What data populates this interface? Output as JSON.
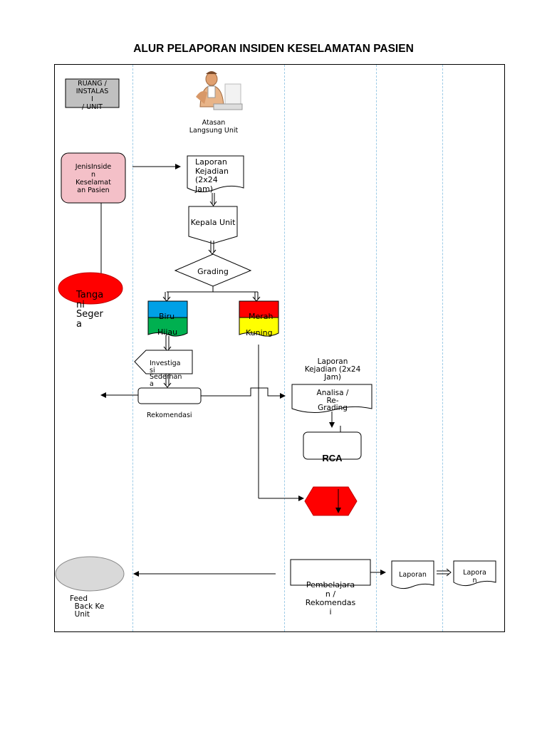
{
  "title": "ALUR PELAPORAN INSIDEN KESELAMATAN PASIEN",
  "labels": {
    "ruang_unit": "RUANG /\nINSTALAS\nI\n/ UNIT",
    "atasan": "Atasan\nLangsung Unit",
    "jenis_insiden": "JenisInside\nn\nKeselamat\nan Pasien",
    "laporan_kejadian_1": "Laporan\nKejadian\n(2x24\nJam)",
    "kepala_unit": "Kepala Unit",
    "grading": "Grading",
    "tangani_segera": "Tanga\nni\nSeger\na",
    "biru": "Biru",
    "hijau": "Hijau",
    "merah": "Merah",
    "kuning": "Kuning",
    "investigasi": "Investiga\nsi\nSederhan\na",
    "rekomendasi": "Rekomendasi",
    "laporan_kejadian_2": "Laporan\nKejadian (2x24\nJam)",
    "analisa": "Analisa /\nRe-\nGrading",
    "rca": "RCA",
    "pembelajaran": "Pembelajara\nn /\nRekomendas\ni",
    "feedback": "Feed\n  Back Ke\n  Unit",
    "laporan_a": "Laporan",
    "laporan_b": "Lapora\nn"
  },
  "colors": {
    "red": "#ff0000",
    "blue": "#00a0e6",
    "green": "#00b050",
    "yellow": "#ffff00",
    "gray_box": "#c0c0c0",
    "ellipse_gray": "#d9d9d9",
    "lane_line": "#9ecbe6"
  }
}
